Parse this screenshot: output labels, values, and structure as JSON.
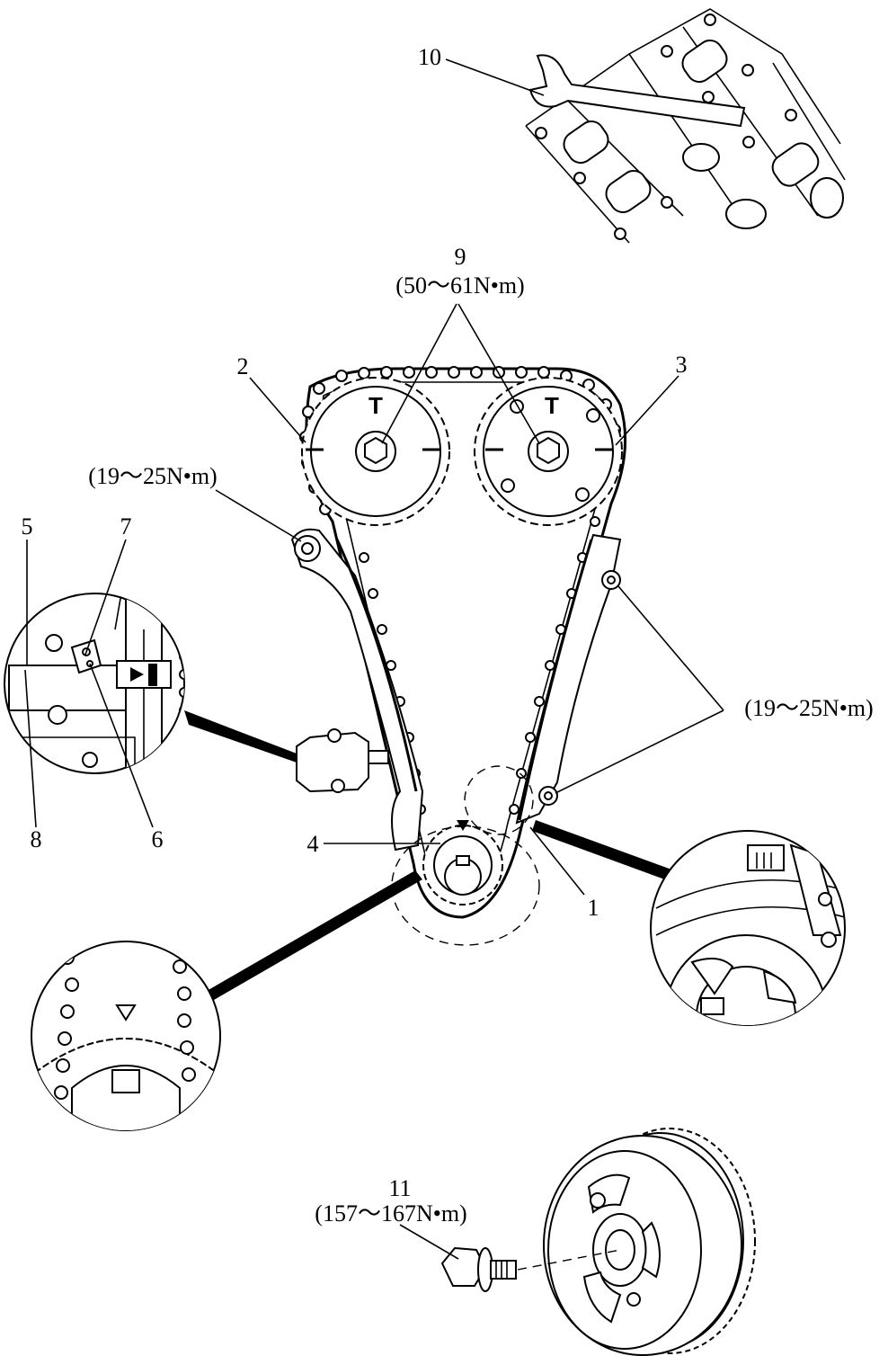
{
  "colors": {
    "ink": "#000000",
    "paper": "#ffffff"
  },
  "labels": {
    "l1": "1",
    "l2": "2",
    "l3": "3",
    "l4": "4",
    "l5": "5",
    "l6": "6",
    "l7": "7",
    "l8": "8",
    "l9": "9",
    "l10": "10",
    "l11": "11"
  },
  "torques": {
    "camshaft_bolts": "(50～61N•m)",
    "left_guide_bolt": "(19～25N•m)",
    "right_guide_bolts": "(19～25N•m)",
    "crank_pulley_bolt": "(157～167N•m)"
  },
  "sprocket_marks": {
    "left": "T",
    "right": "T"
  },
  "icons": [
    "wrench-icon",
    "bolt-icon",
    "triangle-mark-icon"
  ]
}
